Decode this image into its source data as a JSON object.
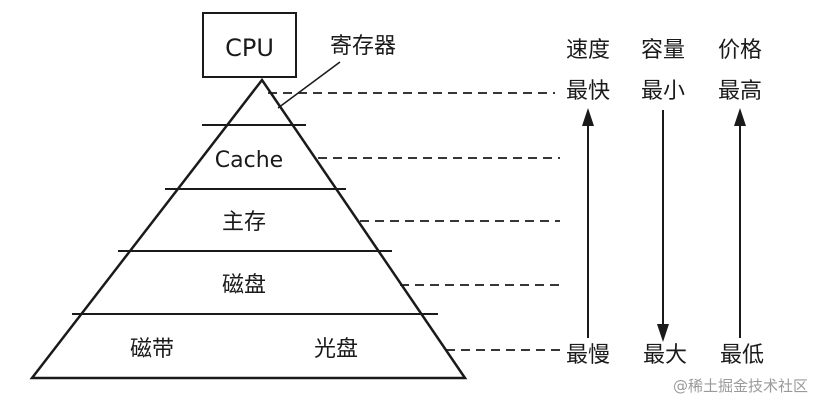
{
  "pyramid": {
    "top_box": "CPU",
    "register_label": "寄存器",
    "levels": [
      "Cache",
      "主存",
      "磁盘"
    ],
    "bottom_left": "磁带",
    "bottom_right": "光盘"
  },
  "metrics": {
    "columns": [
      {
        "top": [
          "速度",
          "最快"
        ],
        "bottom": "最慢",
        "arrow": "up"
      },
      {
        "top": [
          "容量",
          "最小"
        ],
        "bottom": "最大",
        "arrow": "down"
      },
      {
        "top": [
          "价格",
          "最高"
        ],
        "bottom": "最低",
        "arrow": "up"
      }
    ]
  },
  "watermark": "@稀土掘金技术社区",
  "colors": {
    "line": "#1a1a1a",
    "background": "#ffffff",
    "watermark": "#9a9a9a"
  }
}
